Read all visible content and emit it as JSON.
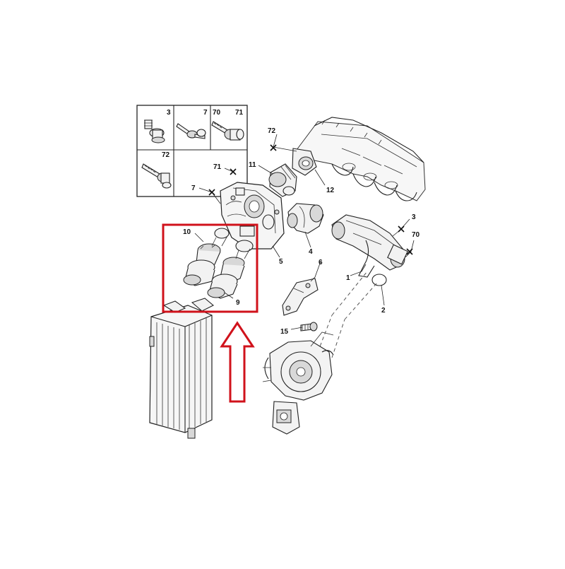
{
  "legend_box": {
    "cells": [
      {
        "labels": [
          "3"
        ]
      },
      {
        "labels": [
          "7"
        ]
      },
      {
        "labels": [
          "70",
          "71"
        ]
      },
      {
        "labels": [
          "72"
        ]
      }
    ]
  },
  "callouts": {
    "c1": "1",
    "c2": "2",
    "c3": "3",
    "c4": "4",
    "c5": "5",
    "c6": "6",
    "c7": "7",
    "c9": "9",
    "c10": "10",
    "c11": "11",
    "c12": "12",
    "c15": "15",
    "c70": "70",
    "c71": "71",
    "c72": "72"
  },
  "highlight": {
    "color": "#d0121b"
  }
}
